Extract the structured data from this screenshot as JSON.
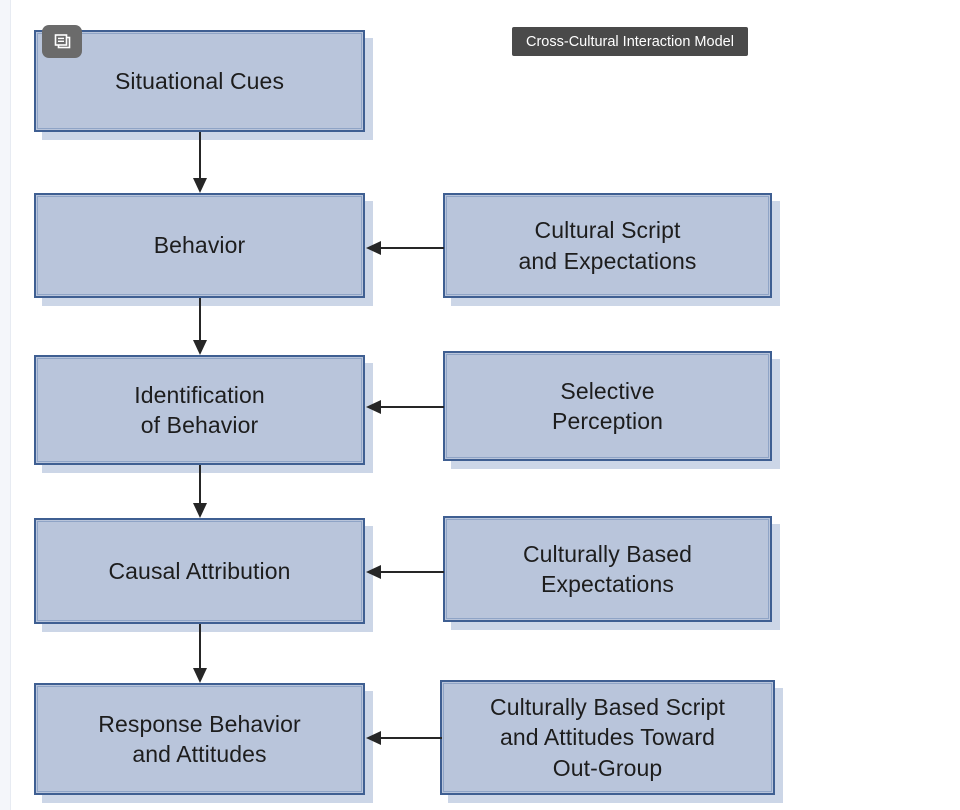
{
  "page": {
    "background_color": "#ffffff",
    "rail_color": "#f4f6fa"
  },
  "overlay": {
    "tooltip_label": "Cross-Cultural Interaction Model",
    "tooltip_bg": "#4a4a4a",
    "tooltip_text_color": "#ffffff",
    "badge_icon": "copy-slides-icon",
    "badge_bg": "#6b6b6b"
  },
  "diagram": {
    "title": "Cross-Cultural Interaction Model",
    "node_fill": "#b9c5db",
    "node_border": "#3f5f92",
    "node_inner_line": "#8fa4c6",
    "node_shadow": "#ccd6e7",
    "connector_color": "#262626",
    "main_flow": [
      {
        "id": "situational-cues",
        "label": "Situational Cues"
      },
      {
        "id": "behavior",
        "label": "Behavior"
      },
      {
        "id": "identification",
        "label": "Identification\nof Behavior"
      },
      {
        "id": "causal-attribution",
        "label": "Causal Attribution"
      },
      {
        "id": "response-behavior",
        "label": "Response Behavior\nand Attitudes"
      }
    ],
    "influences": [
      {
        "id": "cultural-script",
        "label": "Cultural Script\nand Expectations",
        "targets": "behavior"
      },
      {
        "id": "selective-perception",
        "label": "Selective\nPerception",
        "targets": "identification"
      },
      {
        "id": "culturally-based-exp",
        "label": "Culturally Based\nExpectations",
        "targets": "causal-attribution"
      },
      {
        "id": "culturally-based-script",
        "label": "Culturally Based Script\nand Attitudes Toward\nOut-Group",
        "targets": "response-behavior"
      }
    ],
    "flow_arrow_labels": [
      "situational-cues-to-behavior",
      "behavior-to-identification",
      "identification-to-causal-attribution",
      "causal-attribution-to-response-behavior"
    ]
  }
}
